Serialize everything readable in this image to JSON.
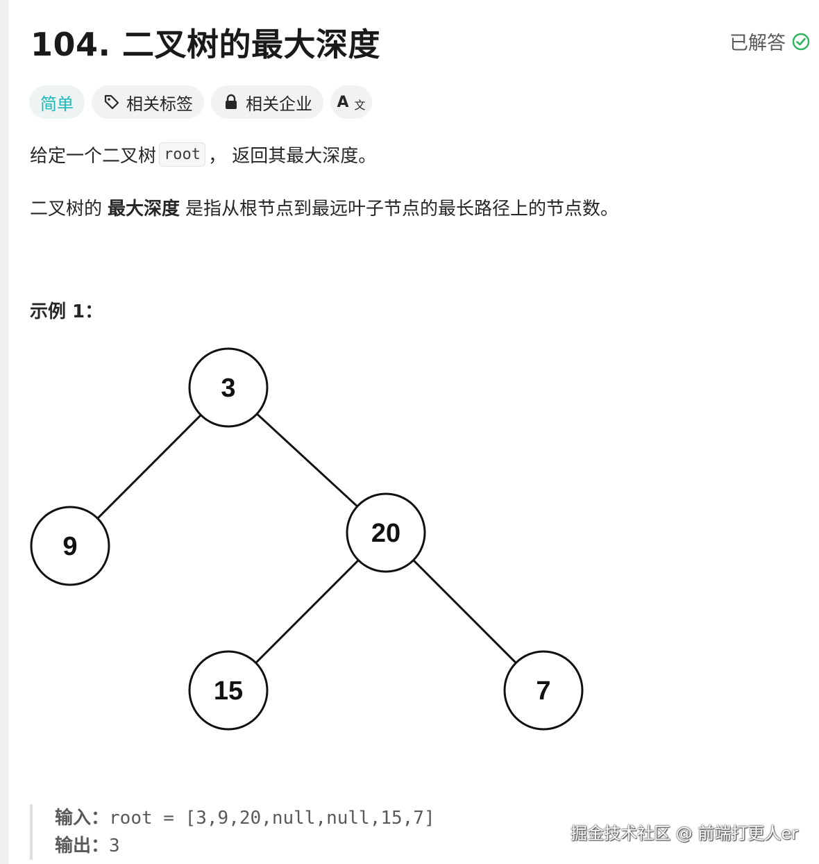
{
  "problem": {
    "title": "104. 二叉树的最大深度",
    "solved_label": "已解答",
    "colors": {
      "easy": "#1cb8b8",
      "solved": "#2db55d"
    }
  },
  "tags": [
    {
      "label": "简单",
      "icon": null
    },
    {
      "label": "相关标签",
      "icon": "tag-icon"
    },
    {
      "label": "相关企业",
      "icon": "lock-icon"
    },
    {
      "label": "A",
      "icon": "translate-icon"
    }
  ],
  "description": {
    "line1_before": "给定一个二叉树",
    "line1_code": "root",
    "line1_after": "， 返回其最大深度。",
    "line2_before": "二叉树的",
    "line2_bold": "最大深度",
    "line2_after": "是指从根节点到最远叶子节点的最长路径上的节点数。"
  },
  "example": {
    "title": "示例 1：",
    "tree": {
      "nodes": [
        {
          "id": "n3",
          "label": "3",
          "parent": null
        },
        {
          "id": "n9",
          "label": "9",
          "parent": "n3"
        },
        {
          "id": "n20",
          "label": "20",
          "parent": "n3"
        },
        {
          "id": "n15",
          "label": "15",
          "parent": "n20"
        },
        {
          "id": "n7",
          "label": "7",
          "parent": "n20"
        }
      ]
    },
    "input_label": "输入：",
    "input_value": "root = [3,9,20,null,null,15,7]",
    "output_label": "输出：",
    "output_value": "3"
  },
  "watermark": "掘金技术社区 @ 前端打更人er"
}
